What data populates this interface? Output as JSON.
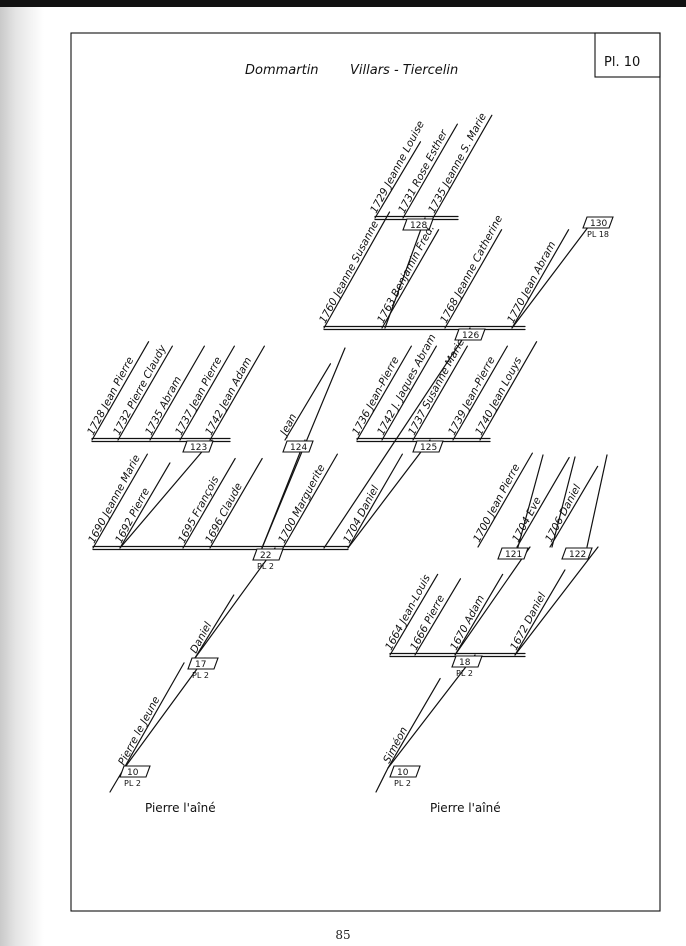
{
  "header": {
    "title_left": "Dommartin",
    "title_right": "Villars - Tiercelin",
    "plate": "Pl. 10"
  },
  "footer": {
    "page_number": "85"
  },
  "persons": [
    "1729 Jeanne Louise",
    "1731 Rose Esther",
    "1735 Jeanne S. Marie",
    "1760 Jeanne Susanne",
    "1763 Benjamin Fred.",
    "1768 Jeanne Catherine",
    "1770 Jean Abram",
    "1728 Jean Pierre",
    "1732 Pierre Claudy",
    "1735 Abram",
    "1737 Jean Pierre",
    "1742 Jean Adam",
    "Jean",
    "1736 Jean-Pierre",
    "1742 J. Jaques Abram",
    "1737 Susanne Marie",
    "1739 Jean-Pierre",
    "1740 Jean Louys",
    "1690 Jeanne Marie",
    "1692 Pierre",
    "1695 François",
    "1696 Claude",
    "1700 Marguerite",
    "1704 Daniel",
    "Daniel",
    "Pierre le Jeune",
    "1700 Jean Pierre",
    "1704 Eve",
    "1706 Daniel",
    "1664 Jean-Louis",
    "1666 Pierre",
    "1670 Adam",
    "1672 Daniel",
    "Siméon"
  ],
  "boxes": [
    {
      "num": "130",
      "sub": "PL 18"
    },
    {
      "num": "128"
    },
    {
      "num": "126"
    },
    {
      "num": "123"
    },
    {
      "num": "124"
    },
    {
      "num": "125"
    },
    {
      "num": "22",
      "sub": "PL 2"
    },
    {
      "num": "17",
      "sub": "PL 2"
    },
    {
      "num": "10",
      "sub": "PL 2"
    },
    {
      "num": "121"
    },
    {
      "num": "122"
    },
    {
      "num": "18",
      "sub": "PL 2"
    },
    {
      "num": "10",
      "sub": "PL 2"
    }
  ],
  "roots": [
    "Pierre  l'aîné",
    "Pierre  l'aîné"
  ]
}
